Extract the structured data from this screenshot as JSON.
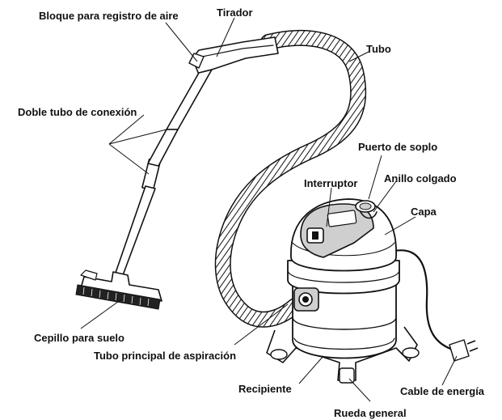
{
  "colors": {
    "ink": "#111111",
    "background": "#ffffff",
    "shade": "#cfcfcf"
  },
  "labels": {
    "air_block": "Bloque para registro de aire",
    "handle": "Tirador",
    "hose": "Tubo",
    "double_tube": "Doble tubo de conexión",
    "blow_port": "Puerto de soplo",
    "switch": "Interruptor",
    "hang_ring": "Anillo colgado",
    "cover": "Capa",
    "floor_brush": "Cepillo para suelo",
    "main_suction_tube": "Tubo principal de aspiración",
    "container": "Recipiente",
    "power_cable": "Cable de energía",
    "caster_wheel": "Rueda general"
  }
}
